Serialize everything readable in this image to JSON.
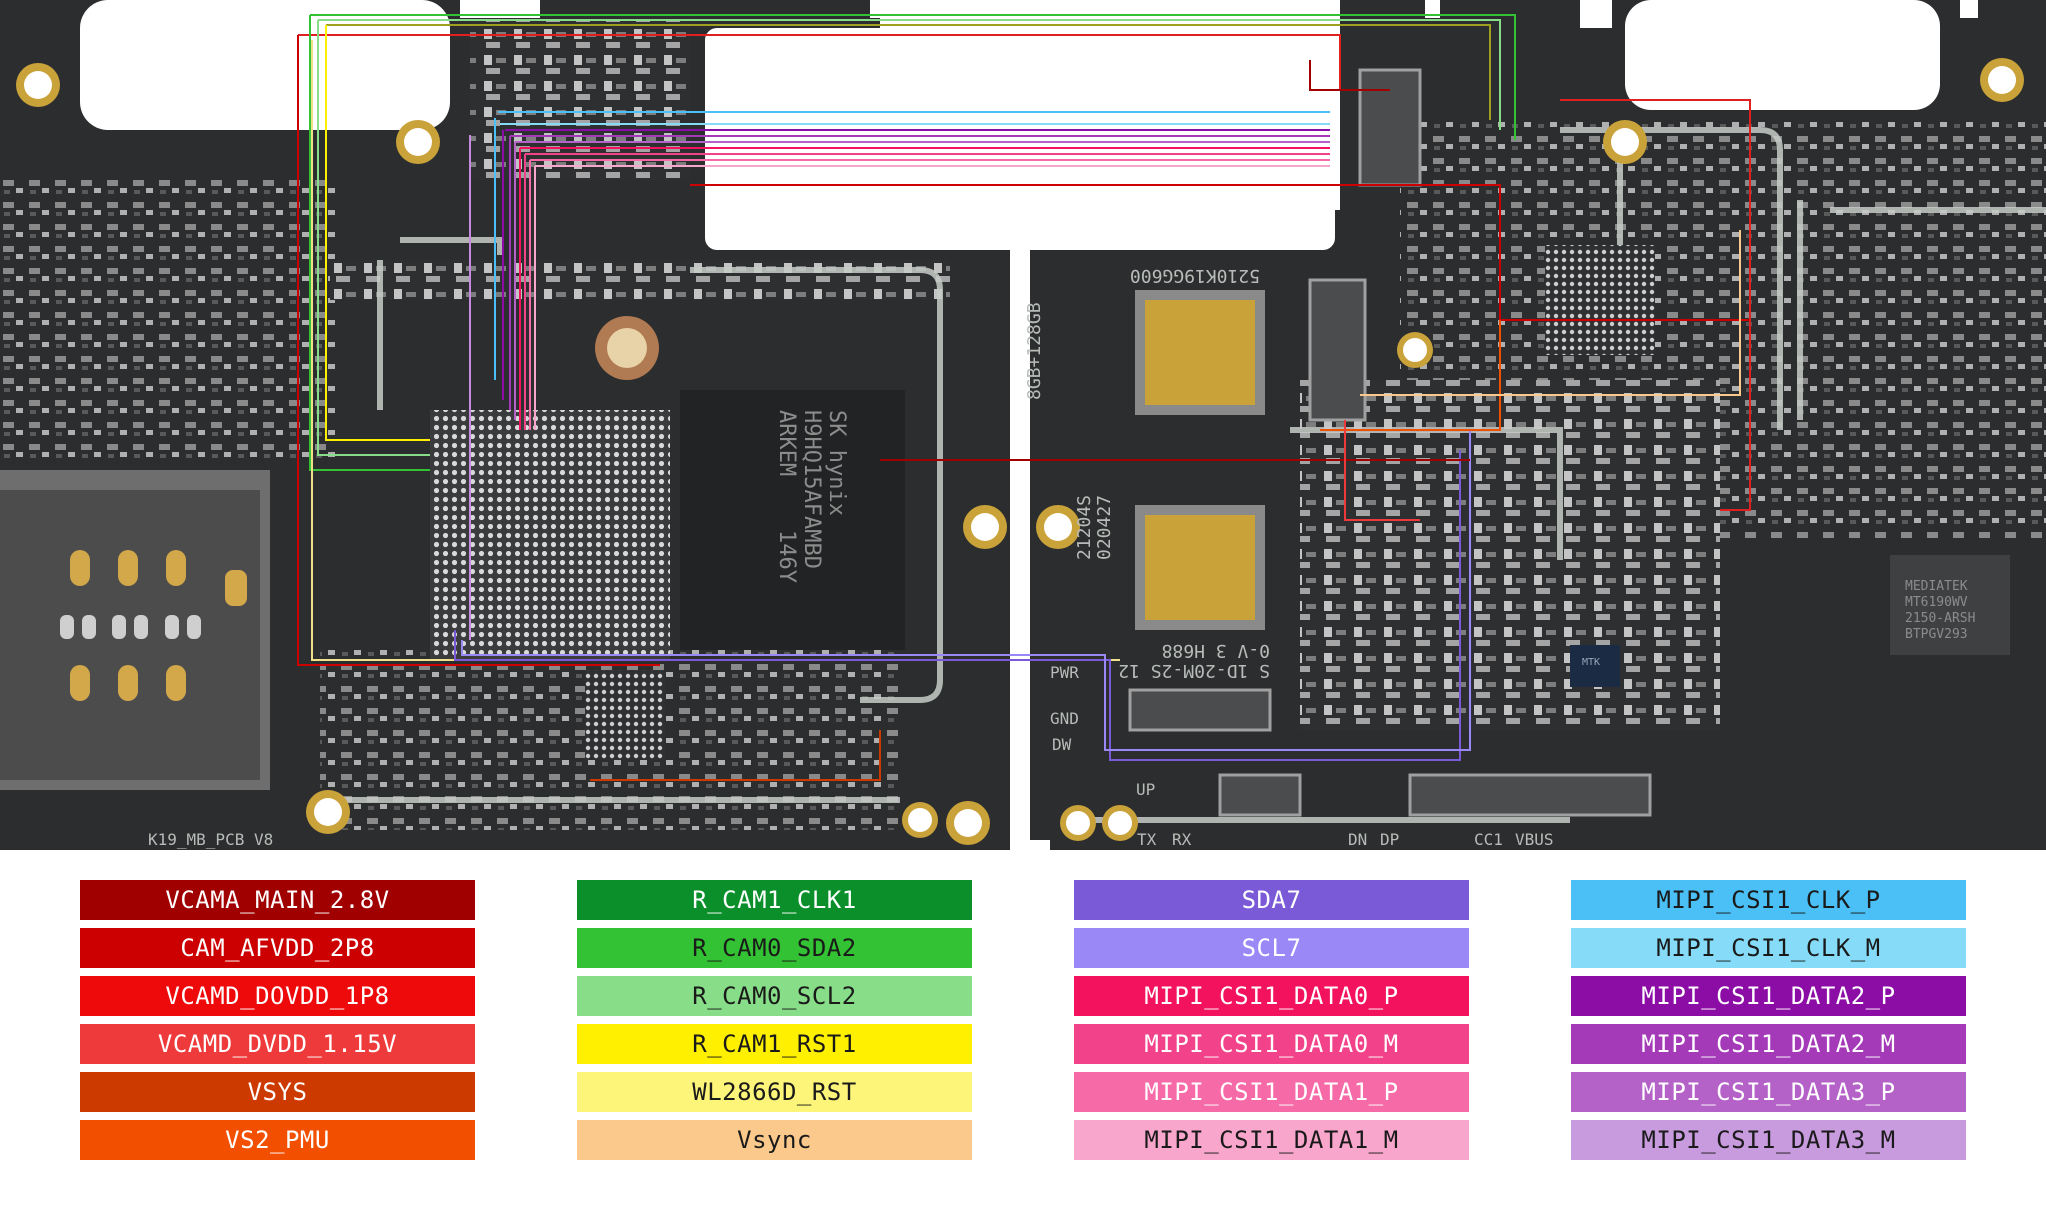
{
  "board": {
    "silkscreen": {
      "model": "K19_MB_PCB V8",
      "memory": "8GB+128GB",
      "code1": "5210K19GG600",
      "code2": "21204S",
      "code3": "020427",
      "code4": "0-V 3 H688",
      "code5": "S 1D-20M-2S 12",
      "pwr": "PWR",
      "gnd": "GND",
      "dw": "DW",
      "up": "UP",
      "tx": "TX",
      "rx": "RX",
      "dn": "DN",
      "dp": "DP",
      "cc1": "CC1",
      "vbus": "VBUS",
      "ram_line1": "SK hynix",
      "ram_line2": "H9HQ15AFAMBD",
      "ram_line3": "ARKEM",
      "ram_line4": "146Y",
      "mtk_chip": "MTK",
      "mediatek1": "MEDIATEK",
      "mediatek2": "MT6190WV",
      "mediatek3": "2150-ARSH",
      "mediatek4": "BTPGV293"
    },
    "colors": {
      "pcb": "#2b2d2e",
      "trace_silk": "#c8ccc8",
      "gold": "#c9a23a"
    }
  },
  "legend": {
    "columns": [
      [
        {
          "label": "VCAMA_MAIN_2.8V",
          "bg": "#a00000",
          "fg": "#ffffff"
        },
        {
          "label": "CAM_AFVDD_2P8",
          "bg": "#cc0000",
          "fg": "#ffffff"
        },
        {
          "label": "VCAMD_DOVDD_1P8",
          "bg": "#ee0a0a",
          "fg": "#ffffff"
        },
        {
          "label": "VCAMD_DVDD_1.15V",
          "bg": "#ee3a3a",
          "fg": "#ffffff"
        },
        {
          "label": "VSYS",
          "bg": "#cc3a00",
          "fg": "#ffffff"
        },
        {
          "label": "VS2_PMU",
          "bg": "#f24f00",
          "fg": "#ffffff"
        }
      ],
      [
        {
          "label": "R_CAM1_CLK1",
          "bg": "#0a8f2a",
          "fg": "#ffffff"
        },
        {
          "label": "R_CAM0_SDA2",
          "bg": "#33c233",
          "fg": "#1a1a1a"
        },
        {
          "label": "R_CAM0_SCL2",
          "bg": "#88de88",
          "fg": "#1a1a1a"
        },
        {
          "label": "R_CAM1_RST1",
          "bg": "#fff000",
          "fg": "#1a1a1a"
        },
        {
          "label": "WL2866D_RST",
          "bg": "#fdf57a",
          "fg": "#1a1a1a"
        },
        {
          "label": "Vsync",
          "bg": "#fbc98c",
          "fg": "#1a1a1a"
        }
      ],
      [
        {
          "label": "SDA7",
          "bg": "#7a5ad6",
          "fg": "#ffffff"
        },
        {
          "label": "SCL7",
          "bg": "#9a88f6",
          "fg": "#ffffff"
        },
        {
          "label": "MIPI_CSI1_DATA0_P",
          "bg": "#f2125e",
          "fg": "#ffffff"
        },
        {
          "label": "MIPI_CSI1_DATA0_M",
          "bg": "#f2438a",
          "fg": "#ffffff"
        },
        {
          "label": "MIPI_CSI1_DATA1_P",
          "bg": "#f66aa8",
          "fg": "#ffffff"
        },
        {
          "label": "MIPI_CSI1_DATA1_M",
          "bg": "#f8a6cc",
          "fg": "#1a1a1a"
        }
      ],
      [
        {
          "label": "MIPI_CSI1_CLK_P",
          "bg": "#4ac0f6",
          "fg": "#1a1a1a"
        },
        {
          "label": "MIPI_CSI1_CLK_M",
          "bg": "#86dcf8",
          "fg": "#1a1a1a"
        },
        {
          "label": "MIPI_CSI1_DATA2_P",
          "bg": "#8c0ca6",
          "fg": "#ffffff"
        },
        {
          "label": "MIPI_CSI1_DATA2_M",
          "bg": "#a43ab8",
          "fg": "#ffffff"
        },
        {
          "label": "MIPI_CSI1_DATA3_P",
          "bg": "#b462c8",
          "fg": "#ffffff"
        },
        {
          "label": "MIPI_CSI1_DATA3_M",
          "bg": "#c89ade",
          "fg": "#1a1a1a"
        }
      ]
    ]
  }
}
